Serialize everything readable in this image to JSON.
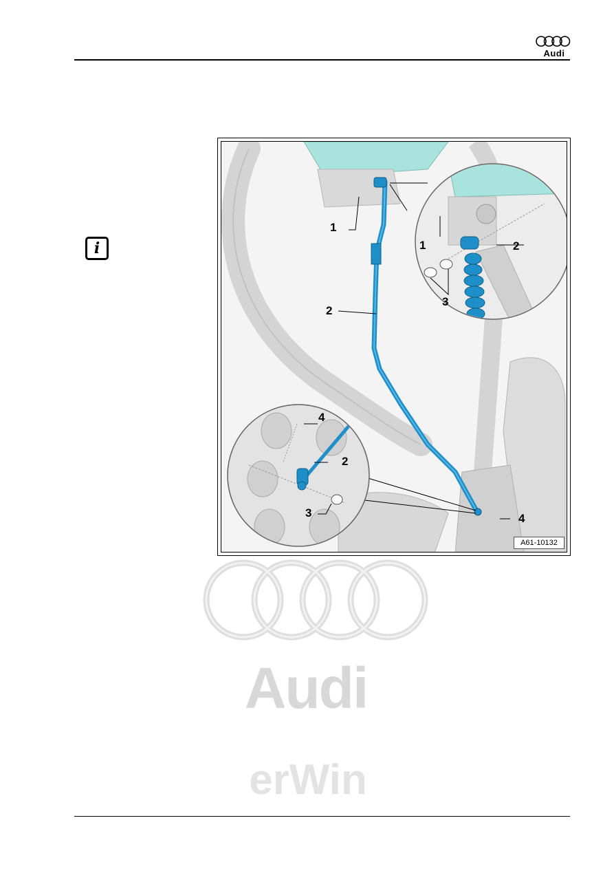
{
  "header": {
    "brand_logo": {
      "icon": "four-rings-logo",
      "text": "Audi"
    }
  },
  "note": {
    "icon": "info-icon",
    "glyph": "i"
  },
  "figure": {
    "figure_id": "A61-10132",
    "callouts": [
      {
        "id": "callout-1-main",
        "label": "1"
      },
      {
        "id": "callout-2-main",
        "label": "2"
      },
      {
        "id": "callout-1-detail",
        "label": "1"
      },
      {
        "id": "callout-2-detail-top",
        "label": "2"
      },
      {
        "id": "callout-3-detail-top",
        "label": "3"
      },
      {
        "id": "callout-4-detail-bottom",
        "label": "4"
      },
      {
        "id": "callout-2-detail-bottom",
        "label": "2"
      },
      {
        "id": "callout-3-detail-bottom",
        "label": "3"
      },
      {
        "id": "callout-4-main",
        "label": "4"
      }
    ],
    "colors": {
      "cable": "#1e8fc8",
      "glass": "#a8e3de",
      "frame": "#d4d4d4"
    }
  },
  "watermark": {
    "icon": "four-rings-watermark",
    "brand_text": "Audi",
    "tool_text": "erWin"
  }
}
